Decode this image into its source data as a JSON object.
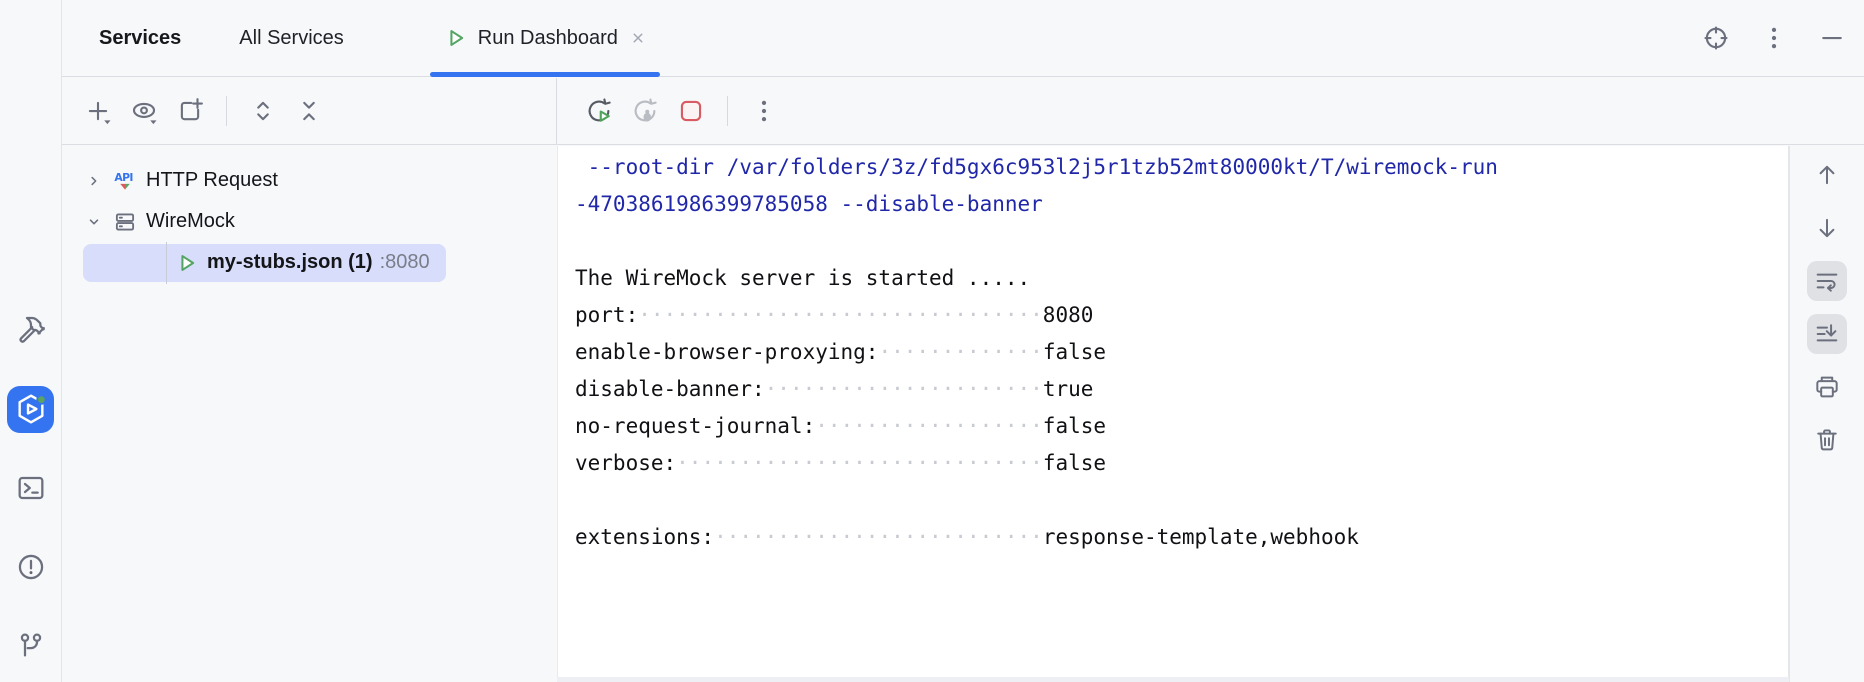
{
  "colors": {
    "accent": "#3574F0",
    "panel_bg": "#F7F8FA",
    "console_bg": "#FFFFFF",
    "selection_bg": "#D8DDFB",
    "run_green": "#55A565",
    "stop_red": "#D85B63",
    "console_command_blue": "#2027A8",
    "icon_gray": "#6C707E"
  },
  "header": {
    "title": "Services",
    "tabs": [
      {
        "label": "All Services",
        "active": false
      },
      {
        "label": "Run Dashboard",
        "active": true,
        "icon": "run-play-icon",
        "closable": true
      }
    ],
    "actions": [
      "target-icon",
      "more-icon",
      "minimize-icon"
    ]
  },
  "activity_bar": {
    "items": [
      "build-hammer-icon",
      "services-icon",
      "terminal-icon",
      "problems-icon",
      "version-control-icon"
    ],
    "selected": "services-icon",
    "running_badge": true
  },
  "tree": {
    "toolbar": [
      "add-icon",
      "preview-icon",
      "open-in-new-tab-icon",
      "expand-all-icon",
      "collapse-all-icon"
    ],
    "items": [
      {
        "label": "HTTP Request",
        "icon": "api-icon",
        "state": "collapsed"
      },
      {
        "label": "WireMock",
        "icon": "server-icon",
        "state": "expanded"
      },
      {
        "label": "my-stubs.json (1)",
        "port": ":8080",
        "icon": "run-play-icon",
        "selected": true
      }
    ]
  },
  "console": {
    "toolbar": [
      "rerun-icon",
      "rerun-debug-icon",
      "stop-icon",
      "more-icon"
    ],
    "right_toolbar": [
      "up-icon",
      "down-icon",
      "soft-wrap-icon",
      "scroll-to-end-icon",
      "print-icon",
      "clear-icon"
    ],
    "kv_column": 37,
    "lines": [
      {
        "type": "command",
        "text": " --root-dir /var/folders/3z/fd5gx6c953l2j5r1tzb52mt80000kt/T/wiremock-run"
      },
      {
        "type": "command",
        "text": "-4703861986399785058 --disable-banner"
      },
      {
        "type": "blank"
      },
      {
        "type": "text",
        "text": "The WireMock server is started ....."
      },
      {
        "type": "kv",
        "key": "port:",
        "value": "8080"
      },
      {
        "type": "kv",
        "key": "enable-browser-proxying:",
        "value": "false"
      },
      {
        "type": "kv",
        "key": "disable-banner:",
        "value": "true"
      },
      {
        "type": "kv",
        "key": "no-request-journal:",
        "value": "false"
      },
      {
        "type": "kv",
        "key": "verbose:",
        "value": "false"
      },
      {
        "type": "blank"
      },
      {
        "type": "kv",
        "key": "extensions:",
        "value": "response-template,webhook"
      }
    ]
  }
}
